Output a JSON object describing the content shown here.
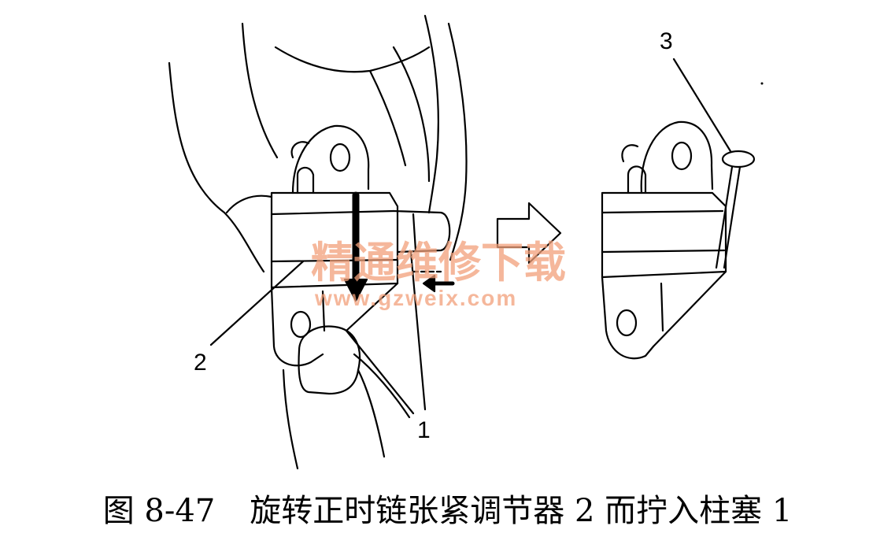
{
  "figure": {
    "callouts": {
      "plunger": "1",
      "tensioner": "2",
      "pin": "3"
    },
    "watermark": {
      "text": "精通维修下载",
      "url": "www.gzweix.com",
      "color": "#f2a07a"
    }
  },
  "caption": {
    "number": "图 8-47",
    "text": "旋转正时链张紧调节器 2 而拧入柱塞 1"
  }
}
